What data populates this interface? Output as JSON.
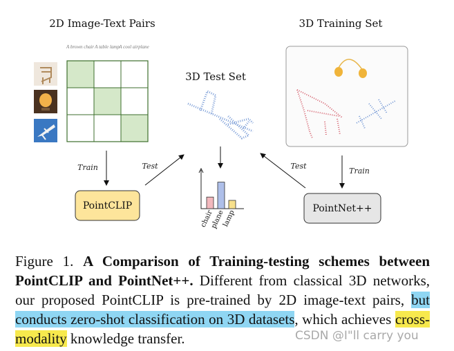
{
  "figure": {
    "title_2d": "2D Image-Text Pairs",
    "title_3d_train": "3D Training Set",
    "title_3d_test": "3D Test Set",
    "text_captions": [
      "A brown chair",
      "A table lamp",
      "A cool airplane"
    ],
    "pointclip_label": "PointCLIP",
    "pointnet_label": "PointNet++",
    "train_label_left": "Train",
    "train_label_right": "Train",
    "test_label_left": "Test",
    "test_label_right": "Test",
    "bar_categories": [
      "chair",
      "plane",
      "lamp"
    ],
    "bar_values": [
      0.35,
      0.8,
      0.25
    ],
    "colors": {
      "grid_green": "#d5e8c9",
      "pointclip_fill": "#fde59b",
      "pointnet_fill": "#e6e6e6",
      "bar_chair": "#f2b8bd",
      "bar_plane": "#aebfe9",
      "bar_lamp": "#f7e08c",
      "highlight_blue": "#8fd6f3",
      "highlight_yellow": "#f7e94d"
    }
  },
  "caption": {
    "prefix": "Figure 1.",
    "bold": "A Comparison of Training-testing schemes between PointCLIP and PointNet++.",
    "part1": " Different from classical 3D networks, our proposed PointCLIP is pre-trained by 2D image-text pairs, ",
    "highlight_blue": "but conducts zero-shot classification on 3D datasets",
    "part2": ", which achieves ",
    "highlight_yellow": "cross-modality",
    "part3": " knowledge transfer."
  },
  "watermark": "CSDN @I\"ll  carry  you"
}
